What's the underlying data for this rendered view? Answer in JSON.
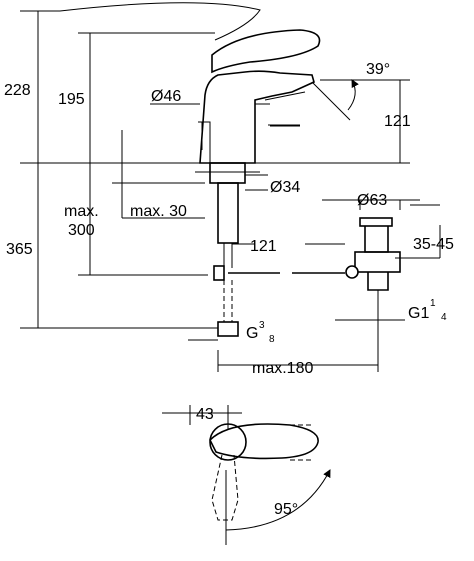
{
  "dimensions": {
    "total_height": "228",
    "spout_height": "195",
    "body_diameter": "Ø46",
    "spout_angle": "39°",
    "spout_reach": "121",
    "mount_hole": "Ø34",
    "below_deck": "365",
    "deck_thickness_max_line1": "max.",
    "deck_thickness_max_line2": "300",
    "max_30": "max. 30",
    "hose_reach": "121",
    "drain_diameter": "Ø63",
    "drain_range": "35-45",
    "drain_thread_main": "G1",
    "drain_thread_num": "1",
    "drain_thread_den": "4",
    "hose_thread_main": "G",
    "hose_thread_num": "3",
    "hose_thread_den": "8",
    "max_180": "max.180",
    "handle_offset": "43",
    "handle_rotation": "95°"
  }
}
